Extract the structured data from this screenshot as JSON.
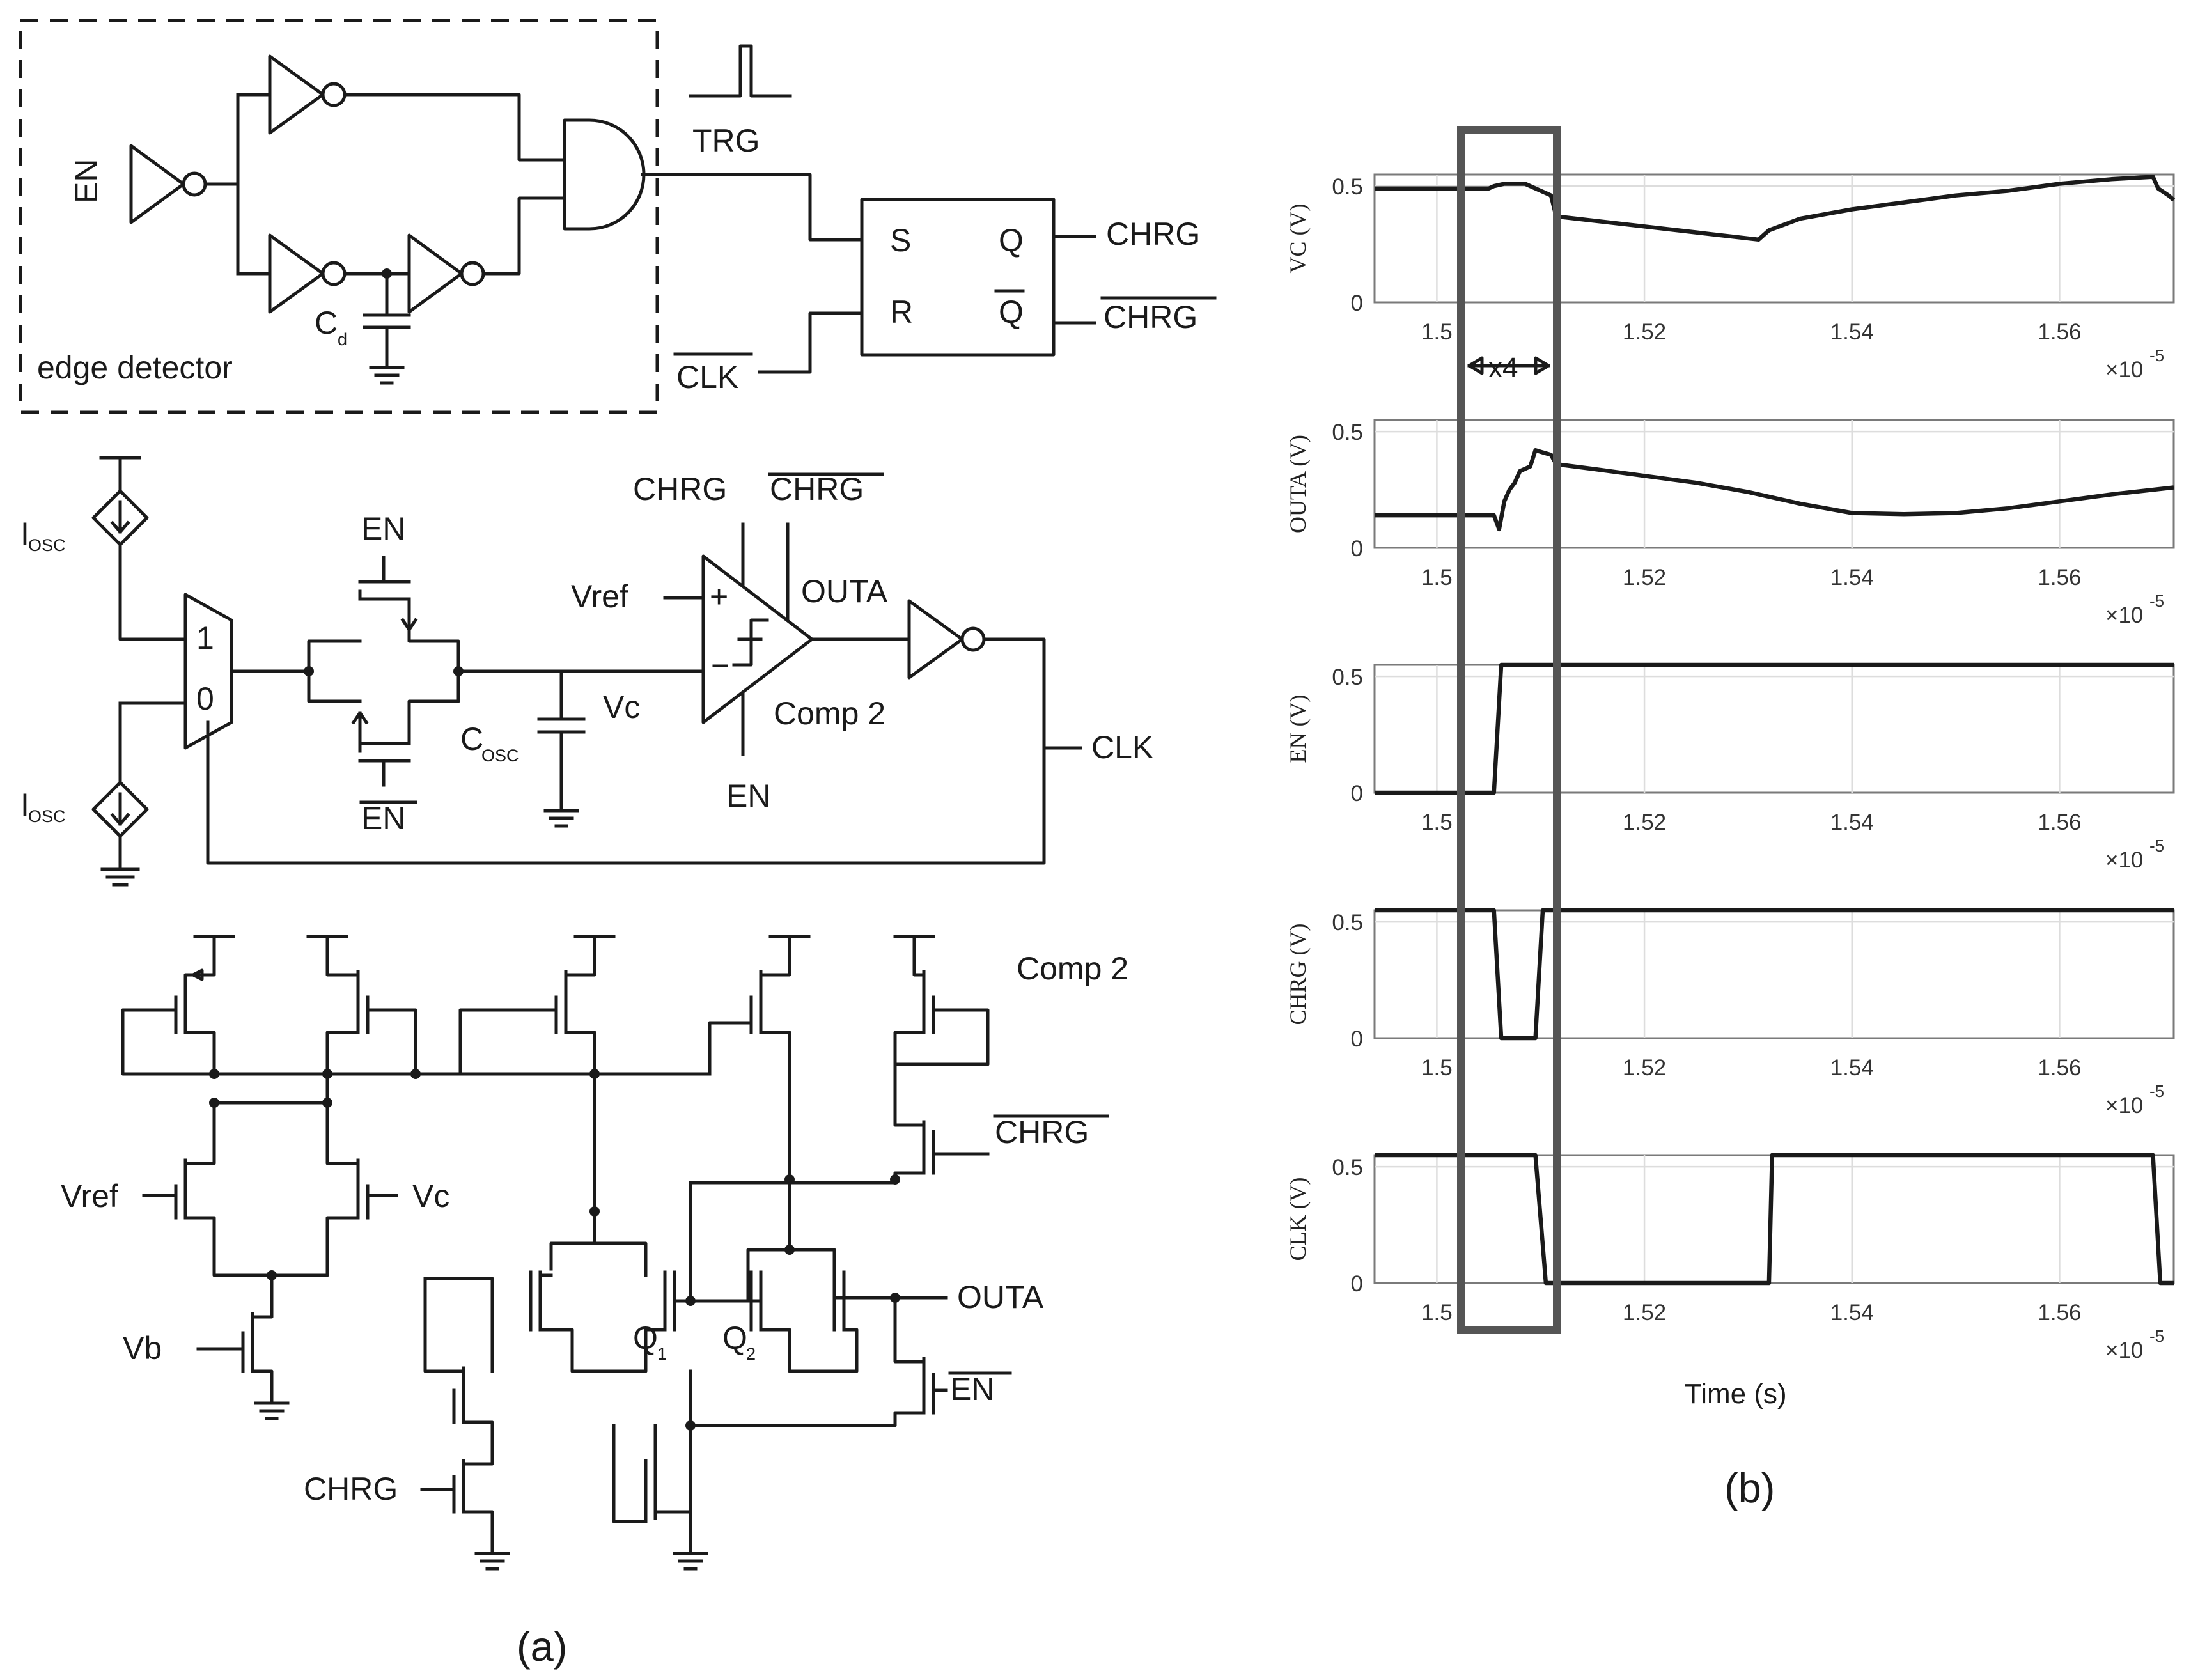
{
  "panel_a": {
    "caption": "(a)",
    "edge_detector": {
      "label": "edge detector",
      "input": "EN",
      "cap": "C",
      "cap_sub": "d"
    },
    "trg": "TRG",
    "sr": {
      "s": "S",
      "r": "R",
      "q": "Q",
      "qb": "Q",
      "clkb": "CLK",
      "out_q": "CHRG",
      "out_qb": "CHRG"
    },
    "osc": {
      "iosc": "I",
      "iosc_sub": "OSC",
      "mux1": "1",
      "mux0": "0",
      "en": "EN",
      "enb": "EN",
      "cosc": "C",
      "cosc_sub": "OSC",
      "vc": "Vc",
      "vref": "Vref",
      "plus": "+",
      "minus": "−",
      "chrg": "CHRG",
      "chrgb": "CHRG",
      "outa": "OUTA",
      "comp": "Comp 2",
      "comp_en": "EN",
      "clk": "CLK"
    },
    "comp2": {
      "title": "Comp 2",
      "vref": "Vref",
      "vc": "Vc",
      "vb": "Vb",
      "chrg": "CHRG",
      "chrgb": "CHRG",
      "outa": "OUTA",
      "enb": "EN",
      "q1": "Q",
      "q1_sub": "1",
      "q2": "Q",
      "q2_sub": "2"
    }
  },
  "panel_b": {
    "caption": "(b)",
    "xlabel": "Time (s)",
    "zoom": "x4",
    "exponent": "×10",
    "exponent_power": "-5"
  },
  "chart_data": [
    {
      "type": "line",
      "ylabel": "VC (V)",
      "xlim": [
        1.494,
        1.571
      ],
      "ylim": [
        0,
        0.55
      ],
      "xticks": [
        "1.5",
        "1.52",
        "1.54",
        "1.56"
      ],
      "yticks": [
        "0",
        "0.5"
      ],
      "x": [
        1.494,
        1.505,
        1.5055,
        1.5065,
        1.5085,
        1.511,
        1.5115,
        1.531,
        1.532,
        1.535,
        1.54,
        1.545,
        1.55,
        1.555,
        1.56,
        1.565,
        1.569,
        1.5695,
        1.5705,
        1.571
      ],
      "y": [
        0.49,
        0.49,
        0.5,
        0.51,
        0.51,
        0.46,
        0.37,
        0.27,
        0.31,
        0.36,
        0.4,
        0.43,
        0.46,
        0.48,
        0.51,
        0.53,
        0.54,
        0.49,
        0.46,
        0.44
      ]
    },
    {
      "type": "line",
      "ylabel": "OUTA (V)",
      "xlim": [
        1.494,
        1.571
      ],
      "ylim": [
        0,
        0.55
      ],
      "xticks": [
        "1.5",
        "1.52",
        "1.54",
        "1.56"
      ],
      "yticks": [
        "0",
        "0.5"
      ],
      "x": [
        1.494,
        1.5055,
        1.506,
        1.5065,
        1.507,
        1.5075,
        1.508,
        1.509,
        1.5095,
        1.511,
        1.5115,
        1.515,
        1.52,
        1.525,
        1.53,
        1.535,
        1.54,
        1.545,
        1.55,
        1.555,
        1.56,
        1.565,
        1.571
      ],
      "y": [
        0.14,
        0.14,
        0.08,
        0.2,
        0.25,
        0.28,
        0.33,
        0.35,
        0.42,
        0.4,
        0.36,
        0.34,
        0.31,
        0.28,
        0.24,
        0.19,
        0.15,
        0.145,
        0.15,
        0.17,
        0.2,
        0.23,
        0.26
      ]
    },
    {
      "type": "line",
      "ylabel": "EN (V)",
      "xlim": [
        1.494,
        1.571
      ],
      "ylim": [
        0,
        0.55
      ],
      "xticks": [
        "1.5",
        "1.52",
        "1.54",
        "1.56"
      ],
      "yticks": [
        "0",
        "0.5"
      ],
      "x": [
        1.494,
        1.5055,
        1.5062,
        1.571
      ],
      "y": [
        0.0,
        0.0,
        0.55,
        0.55
      ]
    },
    {
      "type": "line",
      "ylabel": "CHRG (V)",
      "xlim": [
        1.494,
        1.571
      ],
      "ylim": [
        0,
        0.55
      ],
      "xticks": [
        "1.5",
        "1.52",
        "1.54",
        "1.56"
      ],
      "yticks": [
        "0",
        "0.5"
      ],
      "x": [
        1.494,
        1.5055,
        1.5062,
        1.5095,
        1.5102,
        1.571
      ],
      "y": [
        0.55,
        0.55,
        0.0,
        0.0,
        0.55,
        0.55
      ]
    },
    {
      "type": "line",
      "ylabel": "CLK (V)",
      "xlim": [
        1.494,
        1.571
      ],
      "ylim": [
        0,
        0.55
      ],
      "xticks": [
        "1.5",
        "1.52",
        "1.54",
        "1.56"
      ],
      "yticks": [
        "0",
        "0.5"
      ],
      "x": [
        1.494,
        1.5095,
        1.5105,
        1.532,
        1.5323,
        1.569,
        1.5697,
        1.571
      ],
      "y": [
        0.55,
        0.55,
        0.0,
        0.0,
        0.55,
        0.55,
        0.0,
        0.0
      ]
    }
  ]
}
